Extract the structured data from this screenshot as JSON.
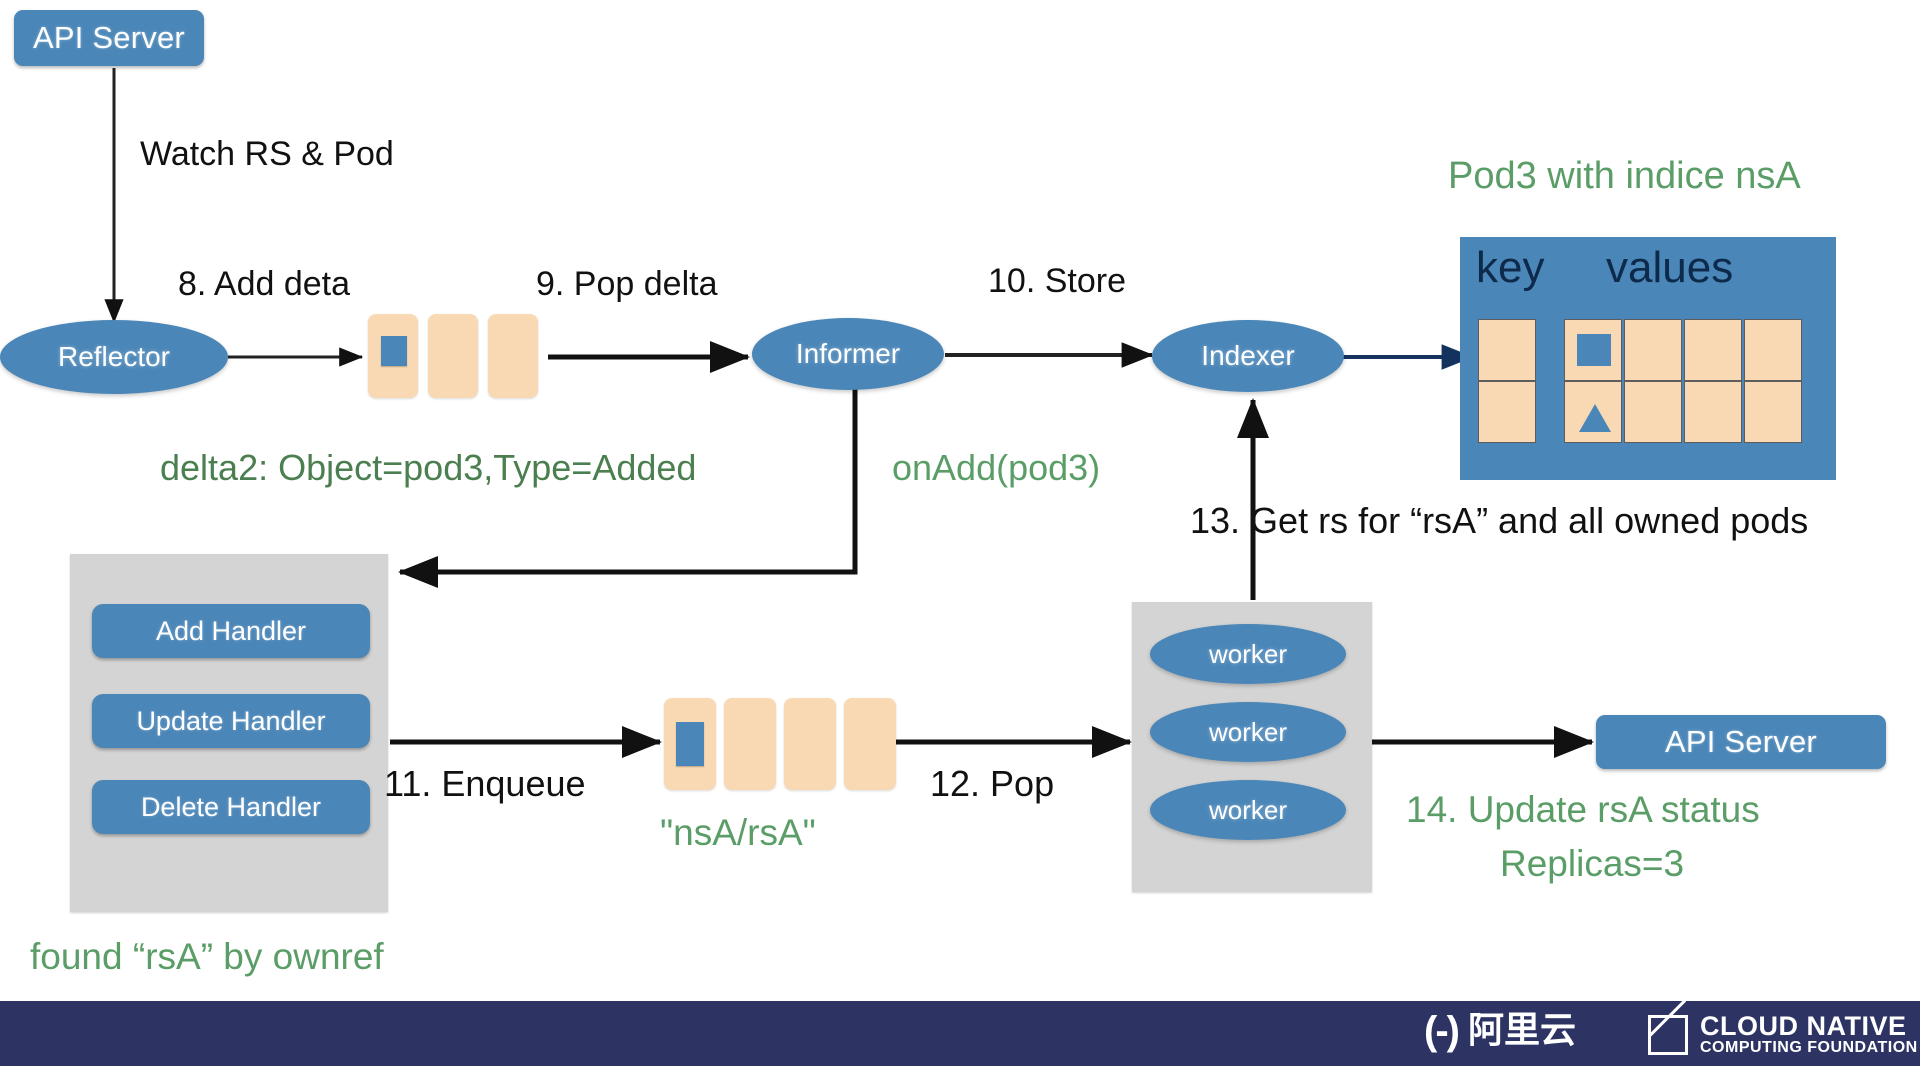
{
  "diagram": {
    "title": "Kubernetes controller informer flow",
    "colors": {
      "node_blue": "#4a86b8",
      "queue_peach": "#f8d9b4",
      "group_gray": "#d4d4d4",
      "annotation_green": "#5a9d67",
      "footer_navy": "#2d3463",
      "table_header_text": "#0e2a4a"
    },
    "nodes": {
      "api_server_top": "API Server",
      "api_server_right": "API Server",
      "reflector": "Reflector",
      "informer": "Informer",
      "indexer": "Indexer",
      "workers": [
        "worker",
        "worker",
        "worker"
      ],
      "handlers": [
        "Add Handler",
        "Update Handler",
        "Delete Handler"
      ]
    },
    "edge_labels": {
      "watch": "Watch RS & Pod",
      "step8": "8. Add deta",
      "step9": "9. Pop delta",
      "step10": "10. Store",
      "step11": "11. Enqueue",
      "step12": "12. Pop",
      "step13": "13. Get rs for “rsA” and all owned pods"
    },
    "annotations": {
      "delta": "delta2: Object=pod3,Type=Added",
      "on_add": "onAdd(pod3)",
      "indexer_caption": "Pod3 with indice nsA",
      "workqueue_item": "\"nsA/rsA\"",
      "found_ownref": "found “rsA” by ownref",
      "update_status_line1": "14. Update rsA status",
      "update_status_line2": "Replicas=3"
    },
    "indexer_table": {
      "headers": [
        "key",
        "values"
      ],
      "key_rows": [
        "",
        ""
      ],
      "value_rows": [
        [
          "square",
          "",
          "",
          ""
        ],
        [
          "triangle",
          "",
          "",
          ""
        ]
      ]
    },
    "delta_queue": {
      "count": 3,
      "marked_index": 0,
      "marker": "square"
    },
    "work_queue": {
      "count": 4,
      "marked_index": 0,
      "marker": "square"
    }
  },
  "footer": {
    "alibaba_bracket": "(-)",
    "alibaba_text": "阿里云",
    "cncf_line1": "CLOUD NATIVE",
    "cncf_line2": "COMPUTING FOUNDATION"
  }
}
